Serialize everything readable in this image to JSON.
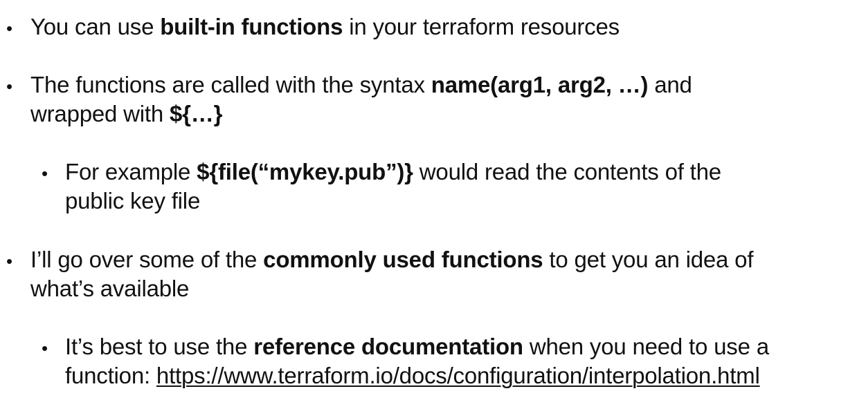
{
  "bullets": [
    {
      "level": 1,
      "parts": [
        "You can use ",
        "built-in functions",
        " in your terraform resources"
      ]
    },
    {
      "level": 1,
      "parts": [
        "The functions are called with the syntax ",
        "name(arg1, arg2, …)",
        " and",
        "wrapped with ",
        "${…}"
      ]
    },
    {
      "level": 2,
      "parts": [
        "For example ",
        "${file(“mykey.pub”)}",
        " would read the contents of the",
        "public key file"
      ]
    },
    {
      "level": 1,
      "parts": [
        "I’ll go over some of the ",
        "commonly used functions",
        " to get you an idea of",
        "what’s available"
      ]
    },
    {
      "level": 2,
      "parts": [
        "It’s best to use the ",
        "reference documentation",
        " when you need to use a",
        "function: "
      ],
      "link": "https://www.terraform.io/docs/configuration/interpolation.html"
    }
  ],
  "bullet_glyph": "•"
}
